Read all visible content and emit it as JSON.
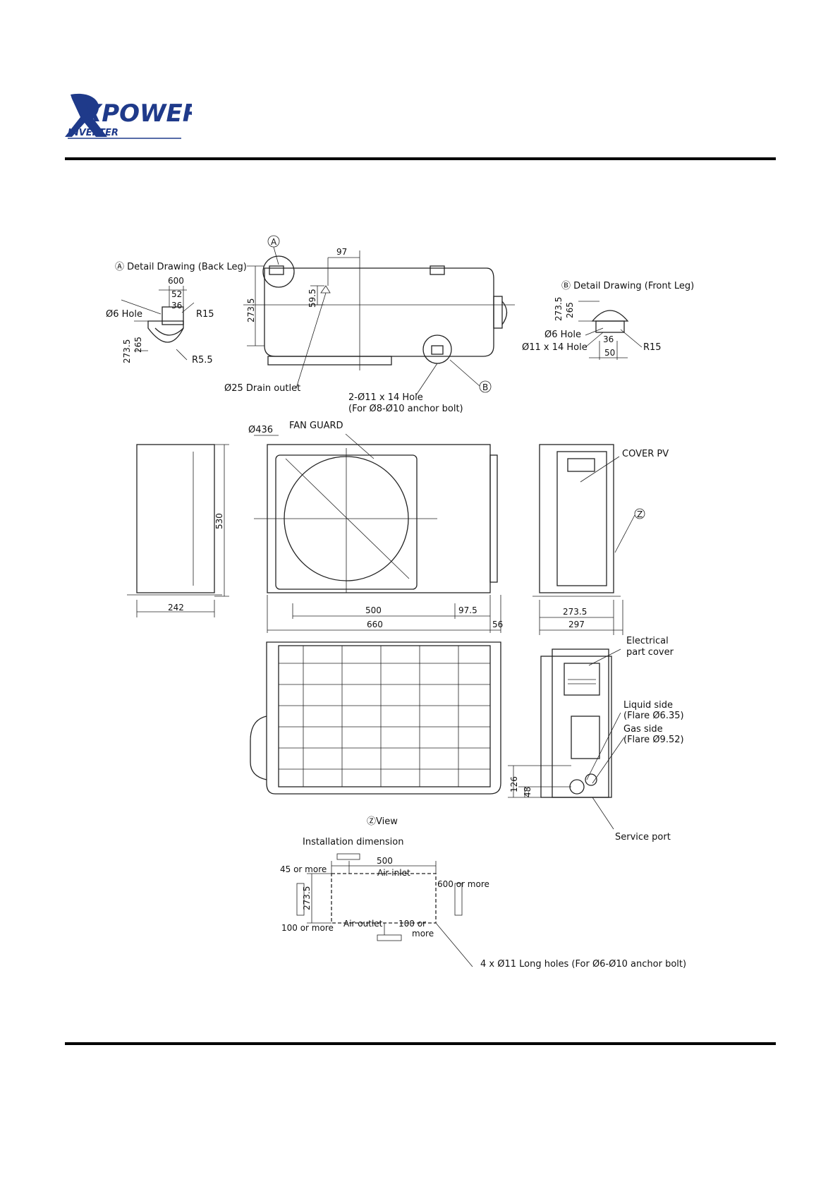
{
  "logo": {
    "brand": "XPOWER",
    "sub": "INVERTER",
    "brand_color": "#1f3a8a"
  },
  "drawing": {
    "detail_a_title": "Ⓐ Detail Drawing (Back Leg)",
    "detail_b_title": "Ⓑ Detail Drawing (Front Leg)",
    "marker_a": "A",
    "marker_b": "B",
    "marker_z": "Z",
    "a_600": "600",
    "a_52": "52",
    "a_36": "36",
    "a_hole": "Ø6 Hole",
    "a_r15": "R15",
    "a_2735": "273.5",
    "a_265": "265",
    "a_r55": "R5.5",
    "top_97": "97",
    "top_595": "59.5",
    "top_2735": "273.5",
    "drain_outlet": "Ø25 Drain outlet",
    "hole_note_1": "2-Ø11 x 14 Hole",
    "hole_note_2": "(For Ø8-Ø10 anchor bolt)",
    "b_2735": "273.5",
    "b_265": "265",
    "b_hole6": "Ø6 Hole",
    "b_hole11": "Ø11 x 14 Hole",
    "b_36": "36",
    "b_50": "50",
    "b_r15": "R15",
    "d436": "Ø436",
    "fan_guard": "FAN GUARD",
    "cover_pv": "COVER PV",
    "side_530": "530",
    "side_242": "242",
    "front_500": "500",
    "front_975": "97.5",
    "front_660": "660",
    "front_56": "56",
    "right_2735": "273.5",
    "right_297": "297",
    "elec_cover_1": "Electrical",
    "elec_cover_2": "part cover",
    "liquid_1": "Liquid side",
    "liquid_2": "(Flare Ø6.35)",
    "gas_1": "Gas side",
    "gas_2": "(Flare Ø9.52)",
    "dim_126": "126",
    "dim_48": "48",
    "service_port": "Service port",
    "z_view": "ⓏView",
    "install_title": "Installation dimension",
    "inst_500": "500",
    "inst_45": "45 or more",
    "air_inlet": "Air inlet",
    "inst_600": "600 or more",
    "inst_2735": "273.5",
    "inst_100a": "100 or more",
    "air_outlet": "Air outlet",
    "inst_100b_1": "100 or",
    "inst_100b_2": "more",
    "long_holes": "4 x Ø11 Long holes (For Ø6-Ø10 anchor bolt)"
  }
}
